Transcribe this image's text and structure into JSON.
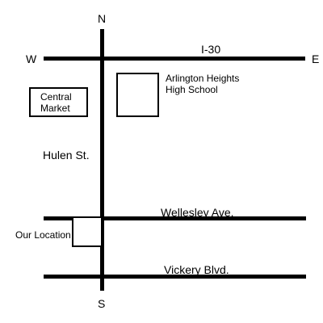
{
  "compass": {
    "north": "N",
    "south": "S",
    "west": "W",
    "east": "E"
  },
  "roads": {
    "highway": "I-30",
    "north_south": "Hulen St.",
    "upper_east_west": "Wellesley Ave.",
    "lower_east_west": "Vickery Blvd."
  },
  "places": {
    "market_line1": "Central",
    "market_line2": "Market",
    "school_line1": "Arlington Heights",
    "school_line2": "High School",
    "our_location": "Our Location"
  },
  "colors": {
    "line": "#000000",
    "background": "#ffffff"
  }
}
